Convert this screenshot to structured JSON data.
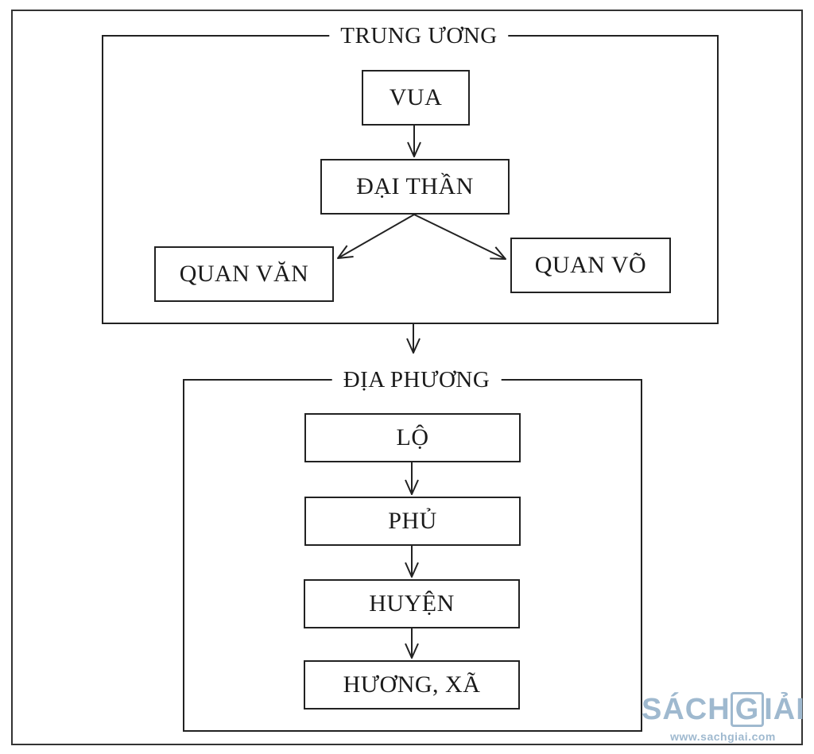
{
  "diagram": {
    "central": {
      "title": "TRUNG ƯƠNG",
      "king": "VUA",
      "minister": "ĐẠI THẦN",
      "civil": "QUAN VĂN",
      "military": "QUAN VÕ"
    },
    "local": {
      "title": "ĐỊA PHƯƠNG",
      "levels": [
        "LỘ",
        "PHỦ",
        "HUYỆN",
        "HƯƠNG, XÃ"
      ]
    }
  },
  "watermark": {
    "logo_left": "SÁCH",
    "logo_boxed": "G",
    "logo_right": "IẢI",
    "url": "www.sachgiai.com",
    "color": "#9fb9cf"
  }
}
